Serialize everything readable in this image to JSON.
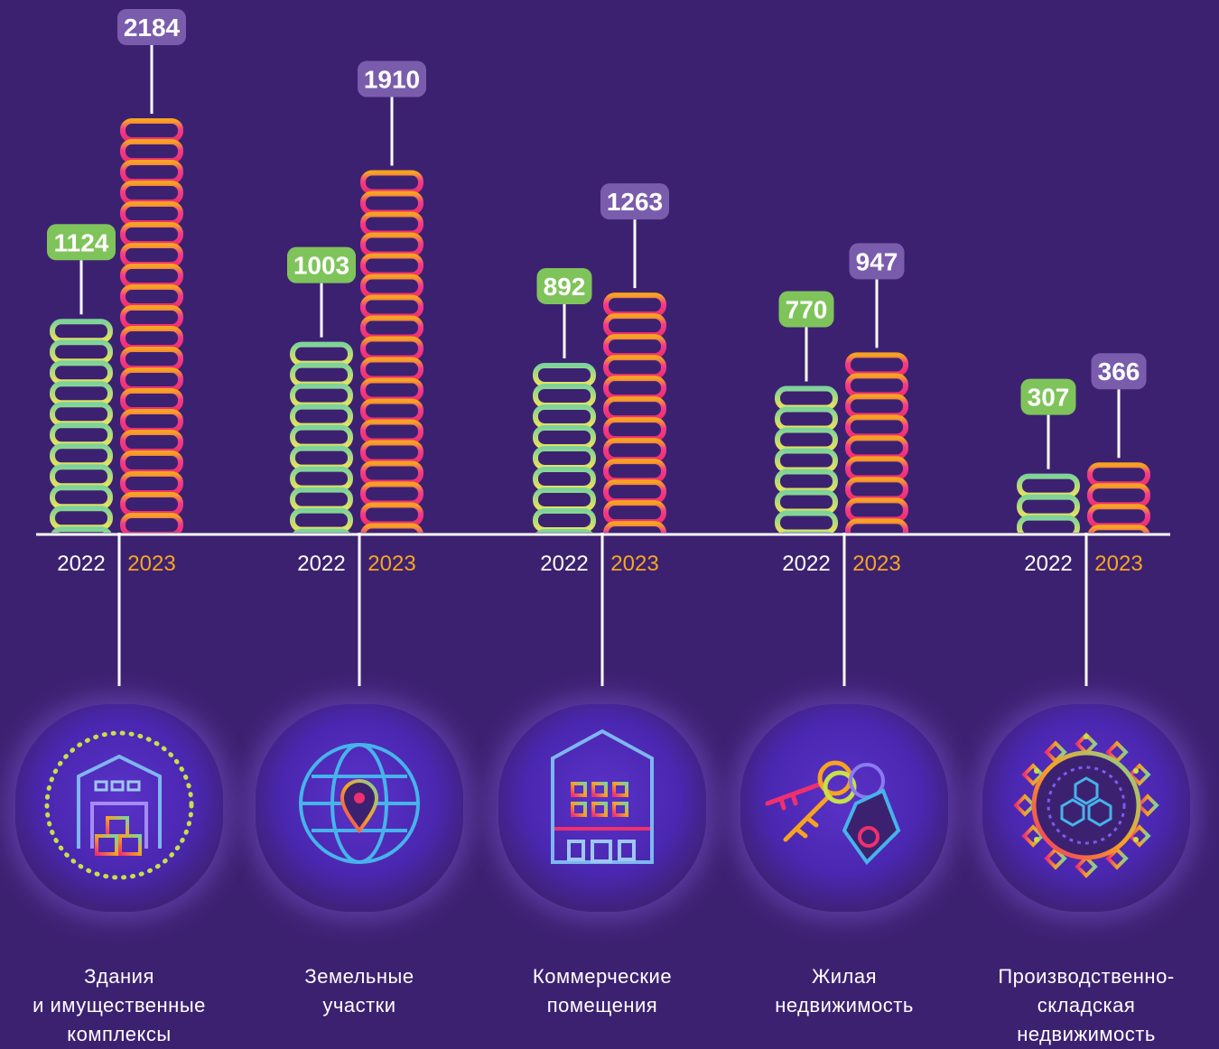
{
  "chart_data": {
    "type": "bar",
    "series_names": [
      "2022",
      "2023"
    ],
    "colors": {
      "bg": "#3d2171",
      "label2022": "#7fc45a",
      "label2023": "#7a5cad",
      "year2023": "#f5a623"
    },
    "categories": [
      {
        "name": "Здания\nи имущественные\nкомплексы",
        "icon": "warehouse-boxes-icon",
        "v2022": 1124,
        "v2023": 2184
      },
      {
        "name": "Земельные\nучастки",
        "icon": "globe-location-icon",
        "v2022": 1003,
        "v2023": 1910
      },
      {
        "name": "Коммерческие\nпомещения",
        "icon": "office-building-icon",
        "v2022": 892,
        "v2023": 1263
      },
      {
        "name": "Жилая\nнедвижимость",
        "icon": "keys-tag-icon",
        "v2022": 770,
        "v2023": 947
      },
      {
        "name": "Производственно-\nскладская\nнедвижимость",
        "icon": "gear-cubes-icon",
        "v2022": 307,
        "v2023": 366
      }
    ]
  }
}
